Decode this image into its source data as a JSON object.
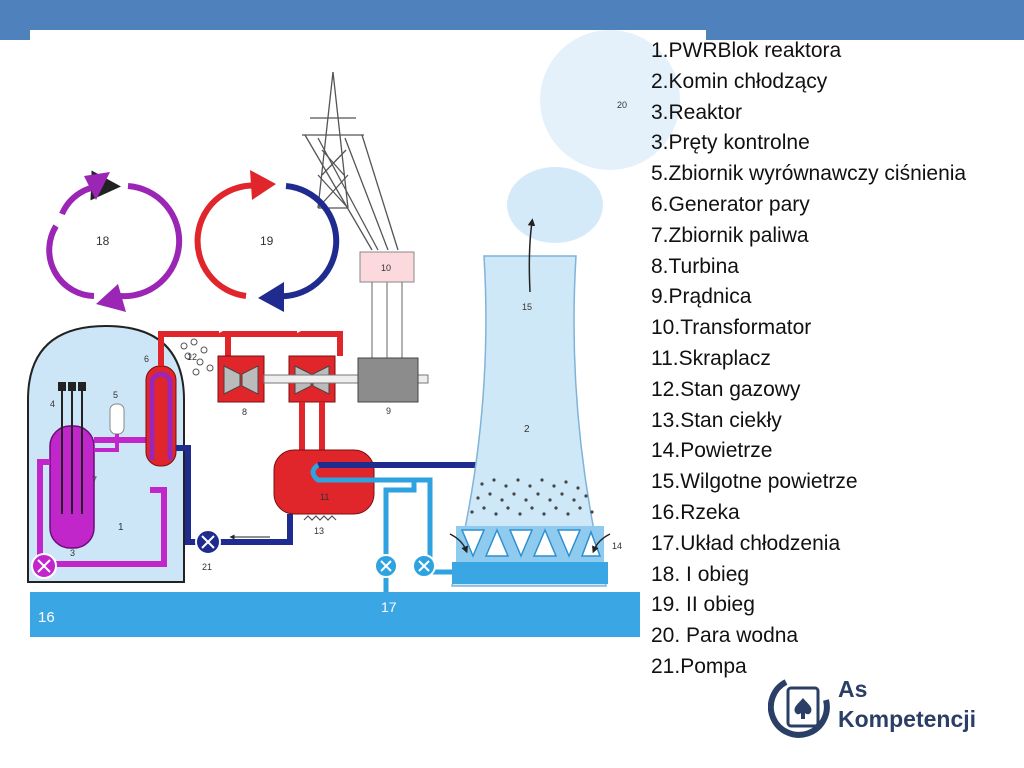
{
  "legend": {
    "items": [
      "1.PWRBlok reaktora",
      "2.Komin chłodzący",
      "3.Reaktor",
      "3.Pręty kontrolne",
      "5.Zbiornik wyrównawczy ciśnienia",
      "6.Generator pary",
      "7.Zbiornik paliwa",
      "8.Turbina",
      "9.Prądnica",
      "10.Transformator",
      "11.Skraplacz",
      "12.Stan gazowy",
      "13.Stan ciekły",
      "14.Powietrze",
      "15.Wilgotne powietrze",
      "16.Rzeka",
      "17.Układ chłodzenia",
      "18. I obieg",
      "19. II obieg",
      "20. Para wodna",
      "21.Pompa"
    ]
  },
  "diagram": {
    "labels": {
      "n1": "1",
      "n2": "2",
      "n3": "3",
      "n4": "4",
      "n5": "5",
      "n6": "6",
      "n7": "7",
      "n8": "8",
      "n9": "9",
      "n10": "10",
      "n11": "11",
      "n12": "12",
      "n13": "13",
      "n14": "14",
      "n15": "15",
      "n16": "16",
      "n17": "17",
      "n18": "18",
      "n19": "19",
      "n20": "20",
      "n21": "21"
    }
  },
  "logo": {
    "line1": "As",
    "line2": "Kompetencji"
  },
  "colors": {
    "header": "#4f81bd",
    "primary_loop": "#9b26b6",
    "steam_red": "#e0252b",
    "cold_blue": "#1f2b8f",
    "cooling_blue": "#2fa3e0",
    "light_blue": "#cfe8f7",
    "river": "#3aa6e3"
  }
}
